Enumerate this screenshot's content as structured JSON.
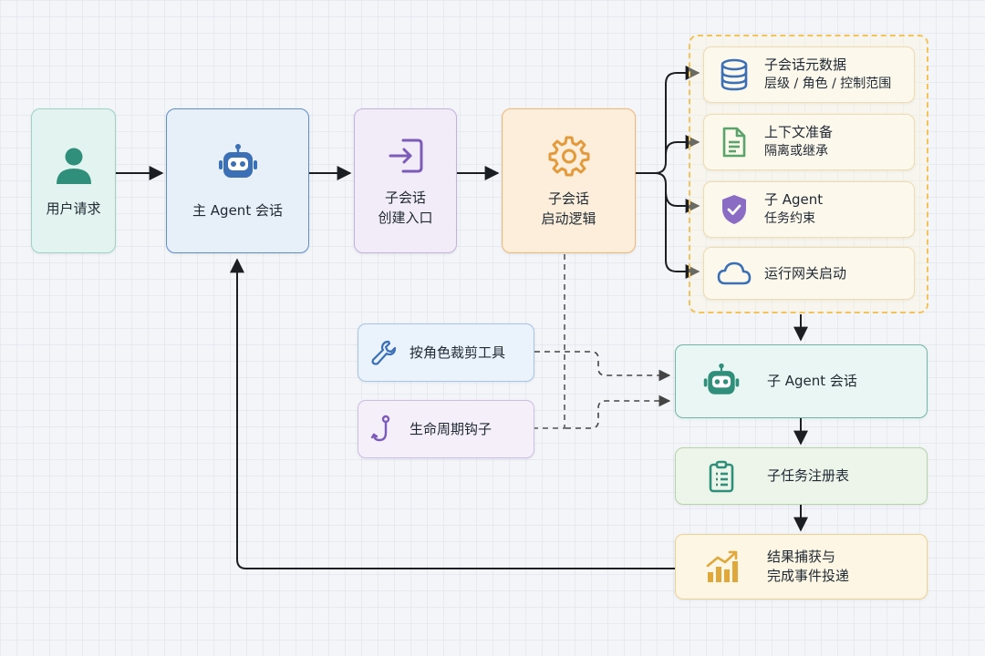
{
  "nodes": {
    "user_request": {
      "label": "用户请求",
      "icon": "user-icon"
    },
    "main_agent": {
      "label": "主 Agent 会话",
      "icon": "robot-icon"
    },
    "subsession_entry": {
      "line1": "子会话",
      "line2": "创建入口",
      "icon": "login-icon"
    },
    "subsession_launch": {
      "line1": "子会话",
      "line2": "启动逻辑",
      "icon": "gear-icon"
    }
  },
  "launch_steps": [
    {
      "line1": "子会话元数据",
      "line2": "层级 / 角色 / 控制范围",
      "icon": "database-icon"
    },
    {
      "line1": "上下文准备",
      "line2": "隔离或继承",
      "icon": "document-icon"
    },
    {
      "line1": "子 Agent",
      "line2": "任务约束",
      "icon": "shield-check-icon"
    },
    {
      "line1": "运行网关启动",
      "line2": "",
      "icon": "cloud-icon"
    }
  ],
  "inputs": {
    "tool_trim": {
      "label": "按角色裁剪工具",
      "icon": "wrench-icon"
    },
    "lifecycle_hooks": {
      "label": "生命周期钩子",
      "icon": "hook-icon"
    }
  },
  "outputs": {
    "sub_agent": {
      "label": "子 Agent 会话",
      "icon": "robot-icon"
    },
    "registry": {
      "label": "子任务注册表",
      "icon": "clipboard-icon"
    },
    "result": {
      "line1": "结果捕获与",
      "line2": "完成事件投递",
      "icon": "bar-chart-icon"
    }
  },
  "colors": {
    "teal": "#2f8f7b",
    "blue": "#3b6fb6",
    "purple": "#7c5cb8",
    "orange": "#e39a3b",
    "green": "#5aa36a",
    "gold": "#e0a83a",
    "arrow": "#1b1f24",
    "dashed": "#555555"
  }
}
